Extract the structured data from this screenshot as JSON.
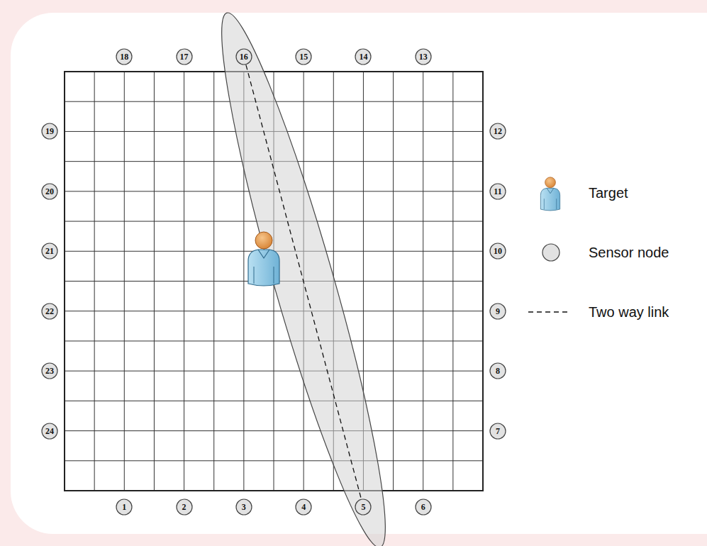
{
  "diagram": {
    "nodes": [
      {
        "text": [
          "18"
        ]
      },
      {
        "text": [
          "17"
        ]
      },
      {
        "text": [
          "16"
        ]
      },
      {
        "text": [
          "15"
        ]
      },
      {
        "text": [
          "14"
        ]
      },
      {
        "text": [
          "13"
        ]
      },
      {
        "text": [
          "19"
        ]
      },
      {
        "text": [
          "12"
        ]
      },
      {
        "text": [
          "20"
        ]
      },
      {
        "text": [
          "11"
        ]
      },
      {
        "text": [
          "21"
        ]
      },
      {
        "text": [
          "10"
        ]
      },
      {
        "text": [
          "22"
        ]
      },
      {
        "text": [
          "9"
        ]
      },
      {
        "text": [
          "23"
        ]
      },
      {
        "text": [
          "8"
        ]
      },
      {
        "text": [
          "24"
        ]
      },
      {
        "text": [
          "7"
        ]
      },
      {
        "text": [
          "1"
        ]
      },
      {
        "text": [
          "2"
        ]
      },
      {
        "text": [
          "3"
        ]
      },
      {
        "text": [
          "4"
        ]
      },
      {
        "text": [
          "5"
        ]
      },
      {
        "text": [
          "6"
        ]
      }
    ],
    "edges": [
      {
        "from": 2,
        "to": 22,
        "arrow": "none"
      }
    ],
    "legend": [
      {
        "text": "Target"
      },
      {
        "text": "Sensor node"
      },
      {
        "text": "Two way link"
      }
    ]
  }
}
